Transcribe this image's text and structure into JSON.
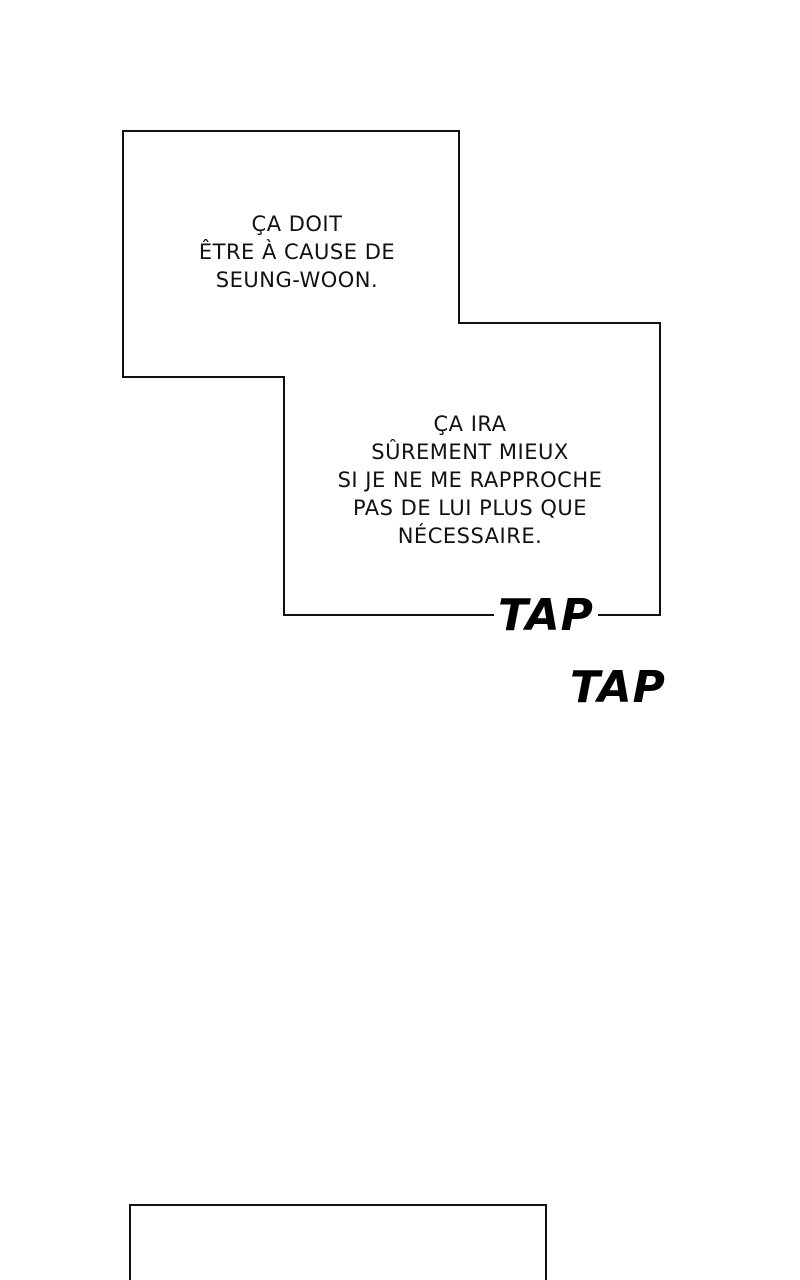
{
  "caption_1": {
    "lines": [
      "ÇA DOIT",
      "ÊTRE À CAUSE DE",
      "SEUNG-WOON."
    ]
  },
  "caption_2": {
    "lines": [
      "ÇA IRA",
      "SÛREMENT MIEUX",
      "SI JE NE ME RAPPROCHE",
      "PAS DE LUI PLUS QUE",
      "NÉCESSAIRE."
    ]
  },
  "sfx": [
    "TAP",
    "TAP"
  ],
  "colors": {
    "ink": "#111111",
    "background": "#ffffff"
  }
}
